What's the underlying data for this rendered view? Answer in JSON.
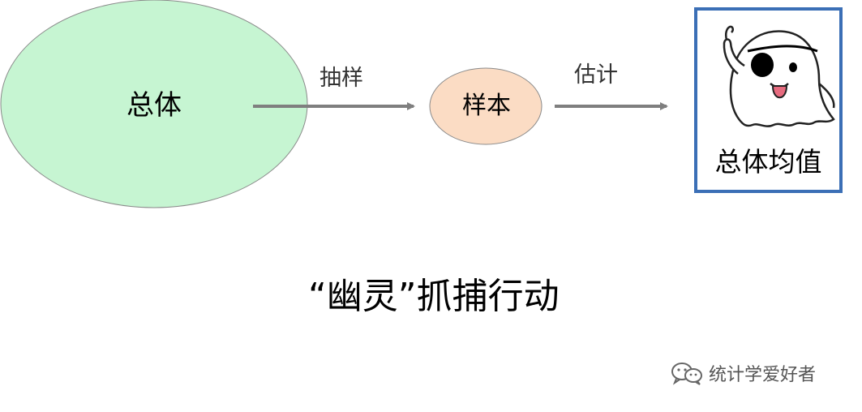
{
  "nodes": {
    "population": {
      "label": "总体",
      "fill": "#c6f5d2"
    },
    "sample": {
      "label": "样本",
      "fill": "#fbdcc4"
    },
    "population_mean": {
      "label": "总体均值",
      "border": "#3b6fb6"
    }
  },
  "edges": {
    "sampling": {
      "label": "抽样"
    },
    "estimate": {
      "label": "估计"
    }
  },
  "caption": "“幽灵”抓捕行动",
  "watermark": {
    "text": "统计学爱好者",
    "icon": "wechat-icon"
  },
  "colors": {
    "arrow": "#7f7f7f",
    "ghost_eyepatch": "#000000",
    "ghost_tongue": "#e76b7f"
  }
}
